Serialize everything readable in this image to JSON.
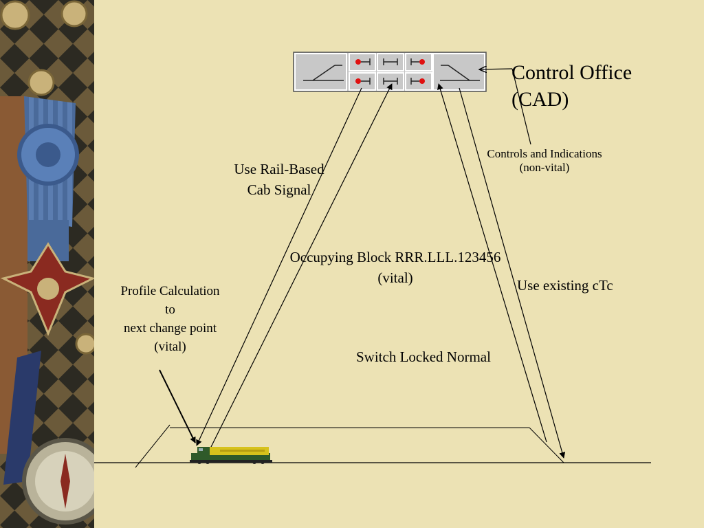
{
  "labels": {
    "control_office_line1": "Control Office",
    "control_office_line2": "(CAD)",
    "controls_indications_line1": "Controls and Indications",
    "controls_indications_line2": "(non-vital)",
    "cab_signal_line1": "Use Rail-Based",
    "cab_signal_line2": "Cab Signal",
    "occupying_line1": "Occupying Block RRR.LLL.123456",
    "occupying_line2": "(vital)",
    "existing_ctc": "Use existing cTc",
    "profile_line1": "Profile Calculation",
    "profile_line2": "to",
    "profile_line3": "next change point",
    "profile_line4": "(vital)",
    "switch_locked": "Switch Locked Normal"
  },
  "colors": {
    "background": "#ece2b4",
    "panel_gray": "#c4c4c4",
    "signal_red": "#e01010",
    "locomotive_yellow": "#d7c21c",
    "locomotive_green": "#2f5a2a"
  }
}
